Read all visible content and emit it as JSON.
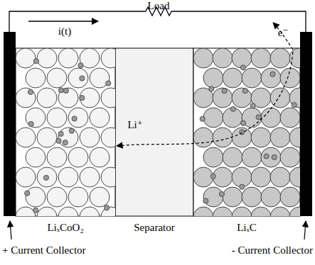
{
  "diagram": {
    "labels": [
      "i(t)",
      "Load",
      "e⁻",
      "Li⁺",
      "LiₓCoO₂",
      "Separator",
      "LiₓC",
      "+ Current Collector",
      "- Current Collector"
    ]
  }
}
